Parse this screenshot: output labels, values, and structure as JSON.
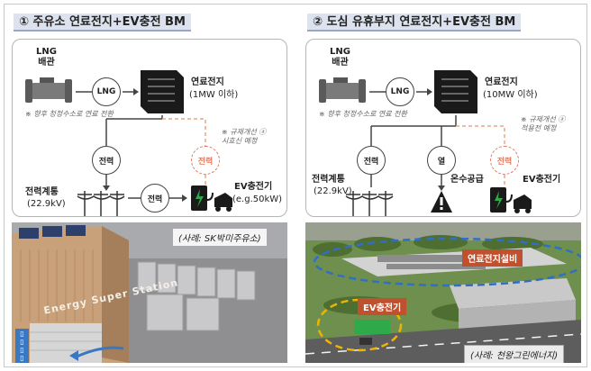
{
  "left": {
    "title": "① 주유소 연료전지+EV충전 BM",
    "lng_label_line1": "LNG",
    "lng_label_line2": "배관",
    "lng_circle": "LNG",
    "fuelcell_name": "연료전지",
    "fuelcell_spec": "(1MW 이하)",
    "note_hydrogen": "※ 향후 청정수소로 연료 전환",
    "note_reg_line1": "※ 규제개선 ⓐ",
    "note_reg_line2": "시효신 예정",
    "power_circle_1": "전력",
    "power_circle_2": "전력",
    "power_circle_3": "전력",
    "grid_name": "전력계통",
    "grid_spec": "(22.9kV)",
    "ev_name": "EV충전기",
    "ev_spec": "(e.g.50kW)",
    "photo_caption": "(사례: SK박미주유소)",
    "wall_text": "Energy Super Station"
  },
  "right": {
    "title": "② 도심 유휴부지 연료전지+EV충전 BM",
    "lng_label_line1": "LNG",
    "lng_label_line2": "배관",
    "lng_circle": "LNG",
    "fuelcell_name": "연료전지",
    "fuelcell_spec": "(10MW 이하)",
    "note_hydrogen": "※ 향후 청정수소로 연료 전환",
    "note_reg_line1": "※ 규제개선 ⓐ",
    "note_reg_line2": "적용전 예정",
    "power_circle_1": "전력",
    "heat_circle": "열",
    "power_circle_2": "전력",
    "grid_name": "전력계통",
    "grid_spec": "(22.9kV)",
    "heat_supply": "온수공급",
    "ev_name": "EV충전기",
    "photo_caption": "(사례: 천왕그린에너지)",
    "fuelcell_tag": "연료전지설비",
    "ev_tag": "EV충전기"
  },
  "colors": {
    "dashed_line": "#e9a58a",
    "fuelcell_oval": "#2f6fc6",
    "ev_oval": "#f0b400",
    "ev_green": "#2faa4a"
  }
}
